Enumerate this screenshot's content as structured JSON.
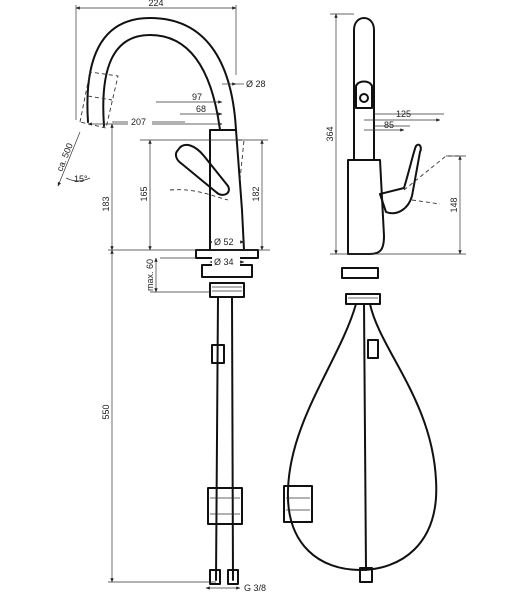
{
  "dimensions": {
    "width_224": "224",
    "dia_28": "Ø 28",
    "d_97": "97",
    "d_68": "68",
    "d_207": "207",
    "ca_500": "ca. 500",
    "angle_15": "15°",
    "h_183": "183",
    "h_165": "165",
    "h_182": "182",
    "dia_52": "Ø 52",
    "dia_34": "Ø 34",
    "max_60": "max. 60",
    "h_550": "550",
    "thread": "G 3/8",
    "h_364": "364",
    "d_125": "125",
    "d_85": "85",
    "h_148": "148"
  }
}
